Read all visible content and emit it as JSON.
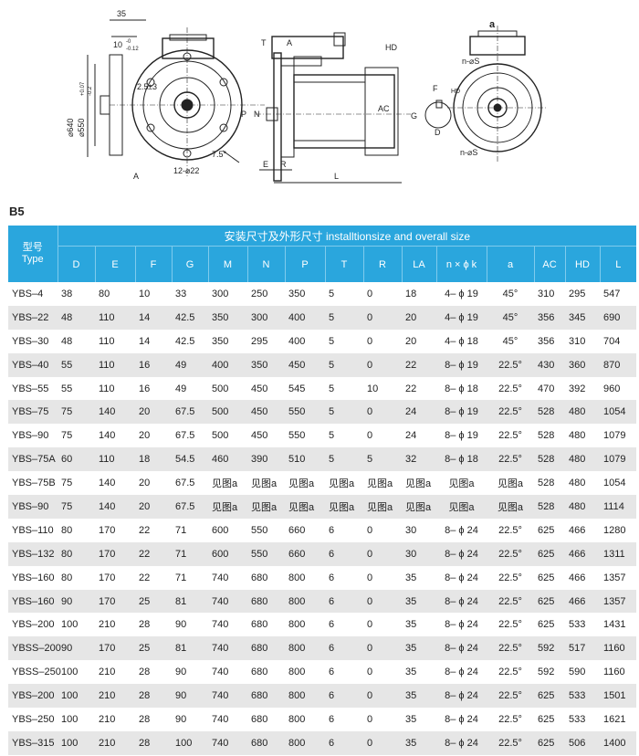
{
  "drawing": {
    "left_view": {
      "dims": [
        "35",
        "10",
        "-0",
        "-0.12",
        "2.5",
        "±3",
        "⌀640",
        "⌀550",
        "+0.07",
        "-0.2",
        "12-⌀22",
        "7.5°",
        "A"
      ],
      "section_mark": "A"
    },
    "middle_view": {
      "dims": [
        "T",
        "A",
        "HD",
        "N",
        "P",
        "E",
        "R",
        "L",
        "AC"
      ]
    },
    "right_view": {
      "dims": [
        "a",
        "n-⌀S",
        "F",
        "HD",
        "G",
        "D",
        "n-⌀S"
      ]
    }
  },
  "section_label": "B5",
  "table": {
    "type_header_cn": "型号",
    "type_header_en": "Type",
    "title": "安装尺寸及外形尺寸 installtionsize and overall size",
    "columns": [
      "D",
      "E",
      "F",
      "G",
      "M",
      "N",
      "P",
      "T",
      "R",
      "LA",
      "n × ϕ k",
      "a",
      "AC",
      "HD",
      "L"
    ],
    "rows": [
      [
        "YBS–4",
        "38",
        "80",
        "10",
        "33",
        "300",
        "250",
        "350",
        "5",
        "0",
        "18",
        "4– ϕ 19",
        "45°",
        "310",
        "295",
        "547"
      ],
      [
        "YBS–22",
        "48",
        "110",
        "14",
        "42.5",
        "350",
        "300",
        "400",
        "5",
        "0",
        "20",
        "4– ϕ 19",
        "45°",
        "356",
        "345",
        "690"
      ],
      [
        "YBS–30",
        "48",
        "110",
        "14",
        "42.5",
        "350",
        "295",
        "400",
        "5",
        "0",
        "20",
        "4– ϕ 18",
        "45°",
        "356",
        "310",
        "704"
      ],
      [
        "YBS–40",
        "55",
        "110",
        "16",
        "49",
        "400",
        "350",
        "450",
        "5",
        "0",
        "22",
        "8– ϕ 19",
        "22.5°",
        "430",
        "360",
        "870"
      ],
      [
        "YBS–55",
        "55",
        "110",
        "16",
        "49",
        "500",
        "450",
        "545",
        "5",
        "10",
        "22",
        "8– ϕ 18",
        "22.5°",
        "470",
        "392",
        "960"
      ],
      [
        "YBS–75",
        "75",
        "140",
        "20",
        "67.5",
        "500",
        "450",
        "550",
        "5",
        "0",
        "24",
        "8– ϕ 19",
        "22.5°",
        "528",
        "480",
        "1054"
      ],
      [
        "YBS–90",
        "75",
        "140",
        "20",
        "67.5",
        "500",
        "450",
        "550",
        "5",
        "0",
        "24",
        "8– ϕ 19",
        "22.5°",
        "528",
        "480",
        "1079"
      ],
      [
        "YBS–75A",
        "60",
        "110",
        "18",
        "54.5",
        "460",
        "390",
        "510",
        "5",
        "5",
        "32",
        "8– ϕ 18",
        "22.5°",
        "528",
        "480",
        "1079"
      ],
      [
        "YBS–75B",
        "75",
        "140",
        "20",
        "67.5",
        "见图a",
        "见图a",
        "见图a",
        "见图a",
        "见图a",
        "见图a",
        "见图a",
        "见图a",
        "528",
        "480",
        "1054"
      ],
      [
        "YBS–90",
        "75",
        "140",
        "20",
        "67.5",
        "见图a",
        "见图a",
        "见图a",
        "见图a",
        "见图a",
        "见图a",
        "见图a",
        "见图a",
        "528",
        "480",
        "1114"
      ],
      [
        "YBS–110",
        "80",
        "170",
        "22",
        "71",
        "600",
        "550",
        "660",
        "6",
        "0",
        "30",
        "8– ϕ 24",
        "22.5°",
        "625",
        "466",
        "1280"
      ],
      [
        "YBS–132",
        "80",
        "170",
        "22",
        "71",
        "600",
        "550",
        "660",
        "6",
        "0",
        "30",
        "8– ϕ 24",
        "22.5°",
        "625",
        "466",
        "1311"
      ],
      [
        "YBS–160",
        "80",
        "170",
        "22",
        "71",
        "740",
        "680",
        "800",
        "6",
        "0",
        "35",
        "8– ϕ 24",
        "22.5°",
        "625",
        "466",
        "1357"
      ],
      [
        "YBS–160",
        "90",
        "170",
        "25",
        "81",
        "740",
        "680",
        "800",
        "6",
        "0",
        "35",
        "8– ϕ 24",
        "22.5°",
        "625",
        "466",
        "1357"
      ],
      [
        "YBS–200",
        "100",
        "210",
        "28",
        "90",
        "740",
        "680",
        "800",
        "6",
        "0",
        "35",
        "8– ϕ 24",
        "22.5°",
        "625",
        "533",
        "1431"
      ],
      [
        "YBSS–200",
        "90",
        "170",
        "25",
        "81",
        "740",
        "680",
        "800",
        "6",
        "0",
        "35",
        "8– ϕ 24",
        "22.5°",
        "592",
        "517",
        "1160"
      ],
      [
        "YBSS–250",
        "100",
        "210",
        "28",
        "90",
        "740",
        "680",
        "800",
        "6",
        "0",
        "35",
        "8– ϕ 24",
        "22.5°",
        "592",
        "590",
        "1160"
      ],
      [
        "YBS–200",
        "100",
        "210",
        "28",
        "90",
        "740",
        "680",
        "800",
        "6",
        "0",
        "35",
        "8– ϕ 24",
        "22.5°",
        "625",
        "533",
        "1501"
      ],
      [
        "YBS–250",
        "100",
        "210",
        "28",
        "90",
        "740",
        "680",
        "800",
        "6",
        "0",
        "35",
        "8– ϕ 24",
        "22.5°",
        "625",
        "533",
        "1621"
      ],
      [
        "YBS–315",
        "100",
        "210",
        "28",
        "100",
        "740",
        "680",
        "800",
        "6",
        "0",
        "35",
        "8– ϕ 24",
        "22.5°",
        "625",
        "506",
        "1400"
      ]
    ]
  }
}
